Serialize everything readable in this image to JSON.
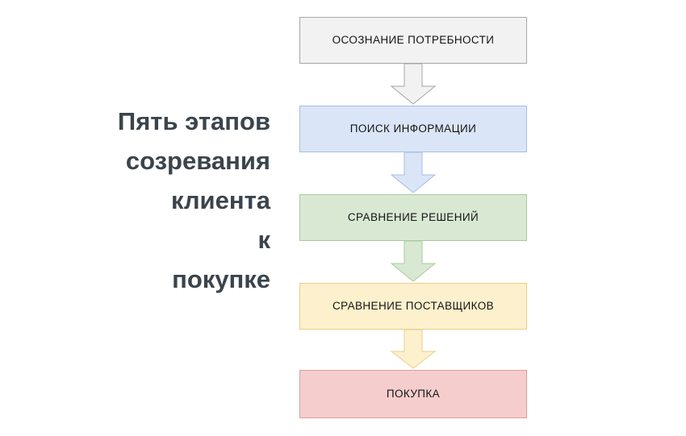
{
  "diagram": {
    "title": "Пять этапов\nсозревания\nклиента\nк\nпокупке",
    "title_lines": [
      "Пять",
      "этапов",
      "созревания",
      "клиента",
      "к",
      "покупке"
    ],
    "title_color": "#3b444c",
    "background_color": "#ffffff",
    "type": "vertical-flow",
    "stage_count": 5,
    "stages": [
      {
        "index": 1,
        "label": "ОСОЗНАНИЕ ПОТРЕБНОСТИ",
        "fill": "#f2f2f2",
        "border": "#a6a6a6",
        "text_color": "#141414"
      },
      {
        "index": 2,
        "label": "ПОИСК ИНФОРМАЦИИ",
        "fill": "#dbe5f8",
        "border": "#a8bfe3",
        "text_color": "#141414"
      },
      {
        "index": 3,
        "label": "СРАВНЕНИЕ РЕШЕНИЙ",
        "fill": "#d9e8d3",
        "border": "#a9cb9d",
        "text_color": "#141414"
      },
      {
        "index": 4,
        "label": "СРАВНЕНИЕ ПОСТАВЩИКОВ",
        "fill": "#fdf0cd",
        "border": "#e8cf8a",
        "text_color": "#141414"
      },
      {
        "index": 5,
        "label": "ПОКУПКА",
        "fill": "#f6cdcd",
        "border": "#dd9c9c",
        "text_color": "#141414"
      }
    ],
    "connectors": [
      {
        "from": 1,
        "to": 2,
        "icon": "down-arrow-icon",
        "fill": "#f2f2f2",
        "stroke": "#a6a6a6"
      },
      {
        "from": 2,
        "to": 3,
        "icon": "down-arrow-icon",
        "fill": "#dbe5f8",
        "stroke": "#a8bfe3"
      },
      {
        "from": 3,
        "to": 4,
        "icon": "down-arrow-icon",
        "fill": "#d9e8d3",
        "stroke": "#a9cb9d"
      },
      {
        "from": 4,
        "to": 5,
        "icon": "down-arrow-icon",
        "fill": "#fdf0cd",
        "stroke": "#e8cf8a"
      }
    ]
  }
}
